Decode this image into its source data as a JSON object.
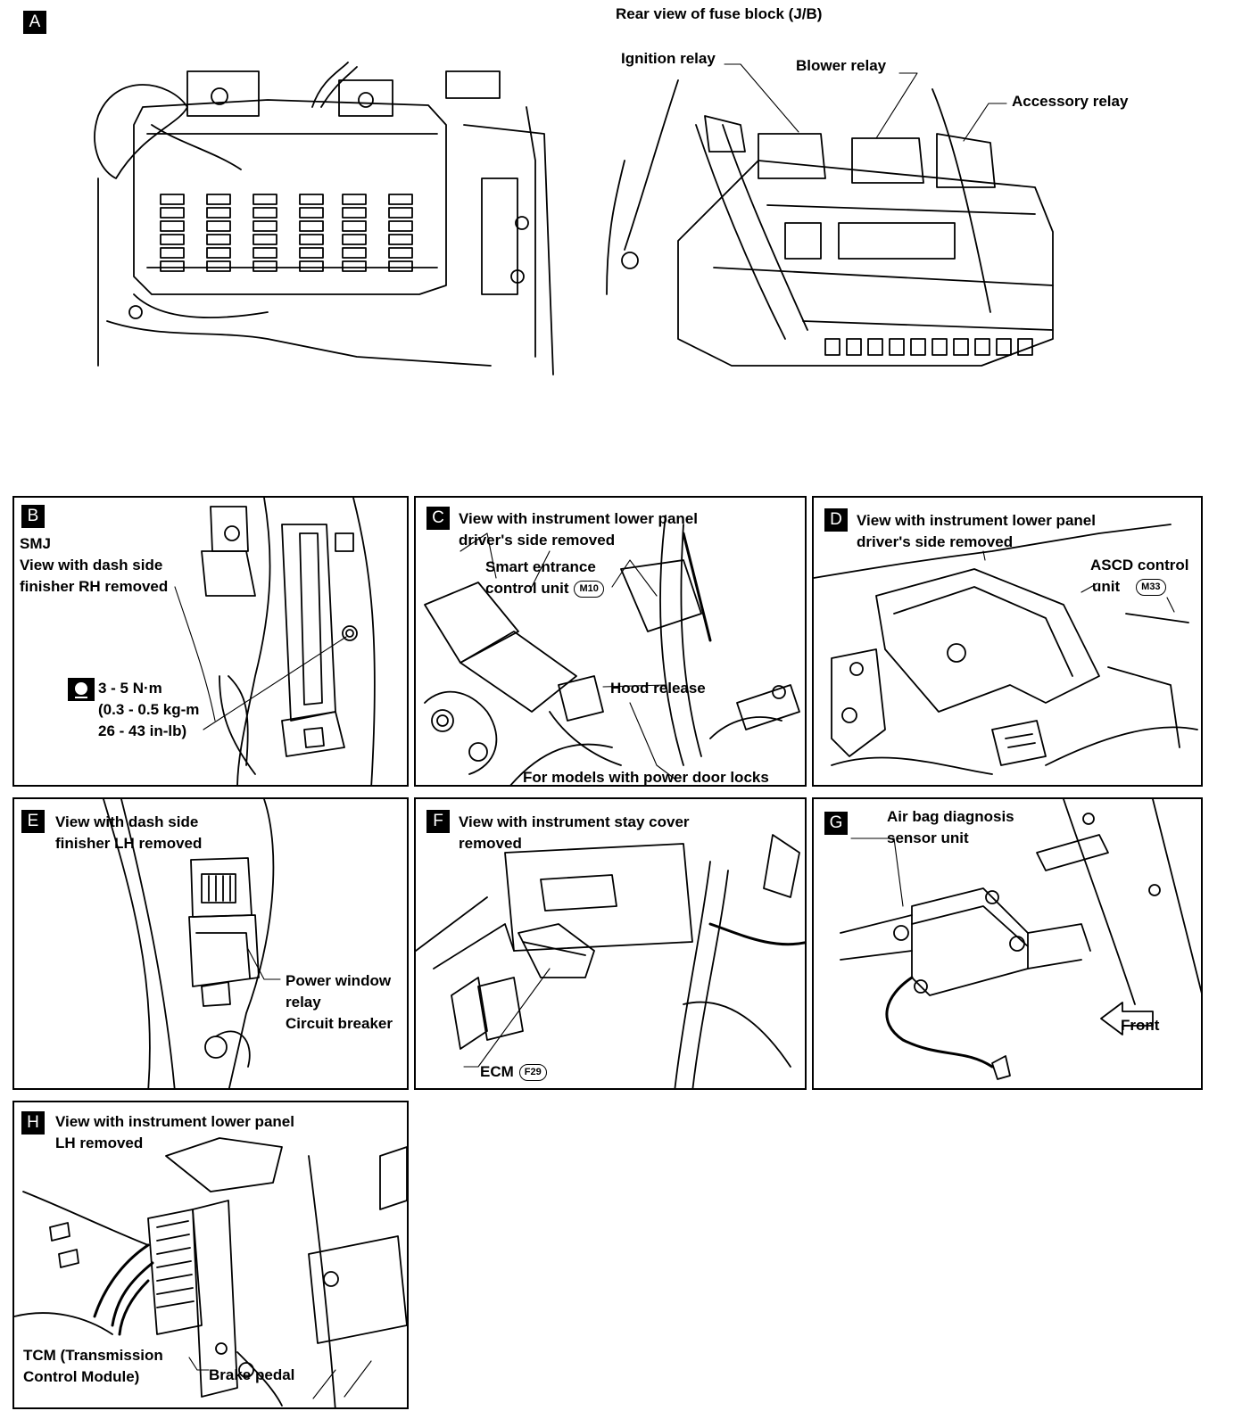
{
  "section_a": {
    "badge": "A",
    "title": "Rear view of fuse block (J/B)",
    "ignition_relay": "Ignition relay",
    "blower_relay": "Blower relay",
    "accessory_relay": "Accessory relay"
  },
  "panel_b": {
    "badge": "B",
    "line1": "SMJ",
    "line2": "View with dash side",
    "line3": "finisher RH removed",
    "torque1": "3 - 5 N·m",
    "torque2": "(0.3 - 0.5 kg-m",
    "torque3": "26 - 43 in-lb)"
  },
  "panel_c": {
    "badge": "C",
    "line1": "View with instrument lower panel",
    "line2": "driver's side removed",
    "smart1": "Smart entrance",
    "smart2": "control unit",
    "connector": "M10",
    "hood": "Hood release",
    "note": "For models with power door locks"
  },
  "panel_d": {
    "badge": "D",
    "line1": "View with instrument lower panel",
    "line2": "driver's side removed",
    "ascd1": "ASCD control",
    "ascd2": "unit",
    "connector": "M33"
  },
  "panel_e": {
    "badge": "E",
    "line1": "View with dash side",
    "line2": "finisher LH removed",
    "pw1": "Power window",
    "pw2": "relay",
    "cb": "Circuit breaker"
  },
  "panel_f": {
    "badge": "F",
    "line1": "View with instrument stay cover",
    "line2": "removed",
    "ecm": "ECM",
    "connector": "F29"
  },
  "panel_g": {
    "badge": "G",
    "line1": "Air bag diagnosis",
    "line2": "sensor unit",
    "front": "Front"
  },
  "panel_h": {
    "badge": "H",
    "line1": "View with instrument lower panel",
    "line2": "LH removed",
    "tcm1": "TCM (Transmission",
    "tcm2": "Control Module)",
    "brake": "Brake pedal"
  }
}
